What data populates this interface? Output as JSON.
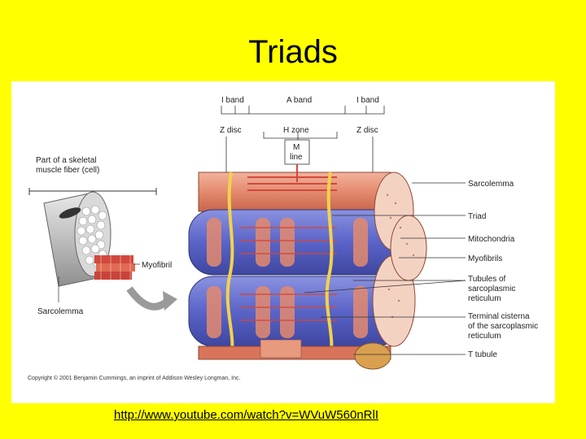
{
  "slide": {
    "title": "Triads",
    "link": "http://www.youtube.com/watch?v=WVuW560nRlI"
  },
  "figure": {
    "top_labels": {
      "i_band_left": "I band",
      "a_band": "A band",
      "i_band_right": "I band",
      "z_disc_left": "Z disc",
      "h_zone": "H zone",
      "z_disc_right": "Z disc",
      "m_line_1": "M",
      "m_line_2": "line"
    },
    "left_labels": {
      "fiber_1": "Part of a skeletal",
      "fiber_2": "muscle fiber (cell)",
      "myofibril": "Myofibril",
      "sarcolemma": "Sarcolemma"
    },
    "right_labels": {
      "sarcolemma": "Sarcolemma",
      "triad": "Triad",
      "mitochondria": "Mitochondria",
      "myofibrils": "Myofibrils",
      "tubules_1": "Tubules of",
      "tubules_2": "sarcoplasmic",
      "tubules_3": "reticulum",
      "cisterna_1": "Terminal cisterna",
      "cisterna_2": "of the sarcoplasmic",
      "cisterna_3": "reticulum",
      "t_tubule": "T tubule"
    },
    "copyright": "Copyright © 2001 Benjamin Cummings, an imprint of Addison Wesley Longman, Inc."
  },
  "colors": {
    "background": "#ffff00",
    "sarcomere": "#e48a6e",
    "sarcoplasmic_reticulum": "#5a64c8",
    "t_tubule": "#f2d24a",
    "myofibril_band": "#d2483c"
  }
}
